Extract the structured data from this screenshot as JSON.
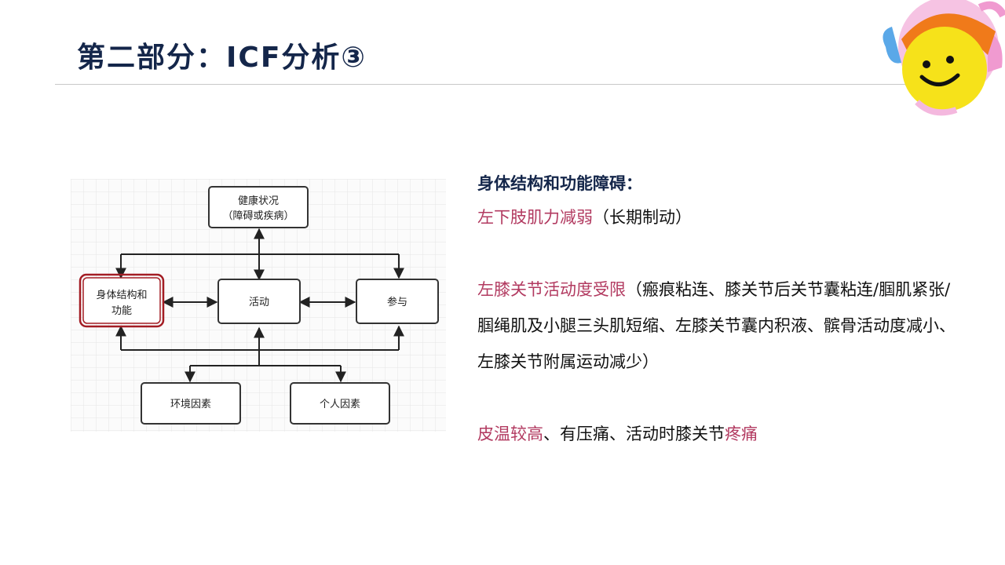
{
  "slide": {
    "title": "第二部分：ICF分析③"
  },
  "diagram": {
    "health": {
      "line1": "健康状况",
      "line2": "（障碍或疾病）"
    },
    "body_function": {
      "line1": "身体结构和",
      "line2": "功能"
    },
    "activity": "活动",
    "participation": "参与",
    "environment": "环境因素",
    "personal": "个人因素",
    "highlight_color": "#a31d24"
  },
  "content": {
    "heading": "身体结构和功能障碍：",
    "item1": {
      "accent": "左下肢肌力减弱",
      "rest": "（长期制动）"
    },
    "item2": {
      "accent": "左膝关节活动度受限",
      "rest": "（瘢痕粘连、膝关节后关节囊粘连/腘肌紧张/腘绳肌及小腿三头肌短缩、左膝关节囊内积液、髌骨活动度减小、左膝关节附属运动减少）"
    },
    "item3": {
      "accent1": "皮温较高",
      "mid": "、有压痛、活动时膝关节",
      "accent2": "疼痛"
    },
    "accent_color": "#b23a60",
    "heading_color": "#14264a"
  }
}
